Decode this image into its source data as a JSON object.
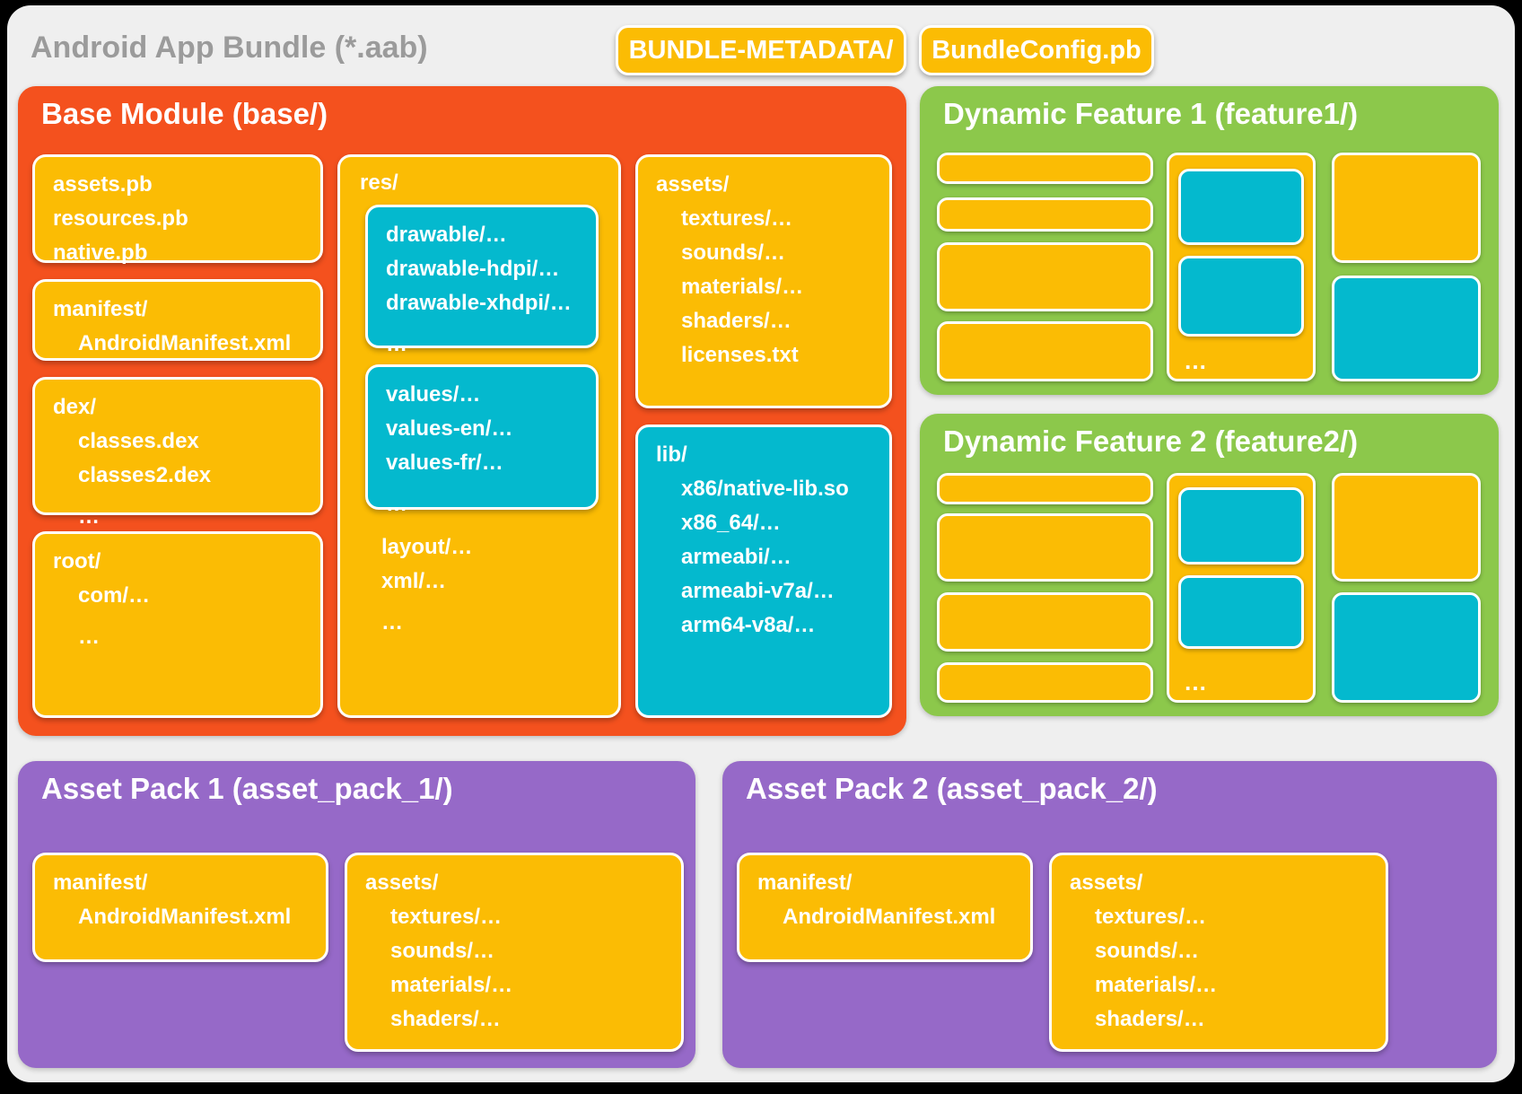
{
  "header": {
    "title": "Android App Bundle (*.aab)",
    "chips": [
      {
        "label": "BUNDLE-METADATA/"
      },
      {
        "label": "BundleConfig.pb"
      }
    ]
  },
  "base_module": {
    "title": "Base Module (base/)",
    "proto_files_box": {
      "lines": [
        "assets.pb",
        "resources.pb",
        "native.pb"
      ]
    },
    "manifest_box": {
      "dir": "manifest/",
      "file": "AndroidManifest.xml"
    },
    "dex_box": {
      "dir": "dex/",
      "files": [
        "classes.dex",
        "classes2.dex",
        "…"
      ]
    },
    "root_box": {
      "dir": "root/",
      "files": [
        "com/…",
        "…"
      ]
    },
    "res_box": {
      "dir": "res/",
      "drawable_group": [
        "drawable/…",
        "drawable-hdpi/…",
        "drawable-xhdpi/…",
        "…"
      ],
      "values_group": [
        "values/…",
        "values-en/…",
        "values-fr/…",
        "…"
      ],
      "other": [
        "layout/…",
        "xml/…",
        "…"
      ]
    },
    "assets_box": {
      "dir": "assets/",
      "files": [
        "textures/…",
        "sounds/…",
        "materials/…",
        "shaders/…",
        "licenses.txt"
      ]
    },
    "lib_box": {
      "dir": "lib/",
      "files": [
        "x86/native-lib.so",
        "x86_64/…",
        "armeabi/…",
        "armeabi-v7a/…",
        "arm64-v8a/…"
      ]
    }
  },
  "dynamic_features": [
    {
      "title": "Dynamic Feature 1 (feature1/)",
      "ellipsis": "…"
    },
    {
      "title": "Dynamic Feature 2 (feature2/)",
      "ellipsis": "…"
    }
  ],
  "asset_packs": [
    {
      "title": "Asset Pack 1 (asset_pack_1/)",
      "manifest_box": {
        "dir": "manifest/",
        "file": "AndroidManifest.xml"
      },
      "assets_box": {
        "dir": "assets/",
        "files": [
          "textures/…",
          "sounds/…",
          "materials/…",
          "shaders/…"
        ]
      }
    },
    {
      "title": "Asset Pack 2 (asset_pack_2/)",
      "manifest_box": {
        "dir": "manifest/",
        "file": "AndroidManifest.xml"
      },
      "assets_box": {
        "dir": "assets/",
        "files": [
          "textures/…",
          "sounds/…",
          "materials/…",
          "shaders/…"
        ]
      }
    }
  ],
  "colors": {
    "orange": "#F4511E",
    "yellow": "#FBBC04",
    "cyan": "#04B9CE",
    "green": "#8CC84B",
    "purple": "#9669C8",
    "card_bg": "#EFEFEF",
    "title_gray": "#9B9B9B"
  }
}
